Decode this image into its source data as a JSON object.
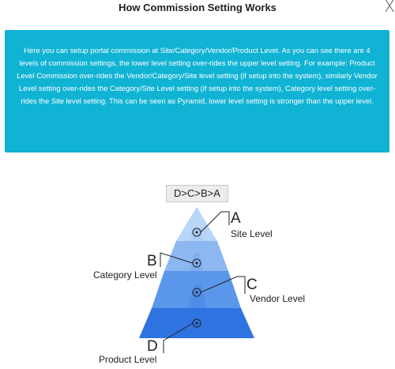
{
  "modal": {
    "title": "How Commission Setting Works",
    "close_label": "X"
  },
  "info": {
    "text": "Here you can setup portal commission at Site/Category/Vendor/Product Level. As you can see there are 4 levels of commission settings, the lower level setting over-rides the upper level setting. For example: Product Level Commission over-rides the Vendor/Category/Site level setting (if setup into the system), similarly Vendor Level setting over-rides the Category/Site Level setting (if setup into the system), Category level setting over-rides the Site level setting. This can be seen as Pyramid, lower level setting is stronger than the upper level."
  },
  "pyramid": {
    "order": "D>C>B>A",
    "levels": [
      {
        "letter": "A",
        "label": "Site Level",
        "color": "#b9d5f8"
      },
      {
        "letter": "B",
        "label": "Category Level",
        "color": "#8db7f1"
      },
      {
        "letter": "C",
        "label": "Vendor Level",
        "color": "#5a96ea"
      },
      {
        "letter": "D",
        "label": "Product Level",
        "color": "#2f73e0"
      }
    ]
  }
}
